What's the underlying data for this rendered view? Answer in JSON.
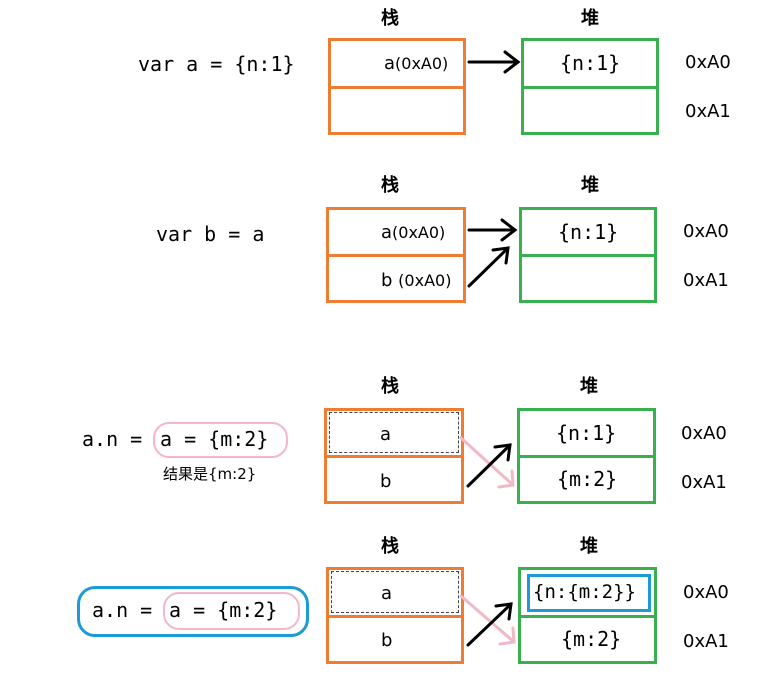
{
  "labels": {
    "stack": "栈",
    "heap": "堆"
  },
  "addresses": {
    "a0": "0xA0",
    "a1": "0xA1"
  },
  "row1": {
    "code": "var a = {n:1}",
    "stack_top": "a",
    "stack_top_addr": "(0xA0)",
    "heap_top": "{n:1}"
  },
  "row2": {
    "code": "var b = a",
    "stack_top": "a",
    "stack_top_addr": "(0xA0)",
    "stack_bottom": "b",
    "stack_bottom_addr": "(0xA0)",
    "heap_top": "{n:1}"
  },
  "row3": {
    "code_prefix": "a.n =",
    "code_assign": "a = {m:2}",
    "note": "结果是{m:2}",
    "stack_top": "a",
    "stack_bottom": "b",
    "heap_top": "{n:1}",
    "heap_bottom": "{m:2}"
  },
  "row4": {
    "code_prefix": "a.n =",
    "code_assign": "a = {m:2}",
    "stack_top": "a",
    "stack_bottom": "b",
    "heap_top": "{n:{m:2}}",
    "heap_bottom": "{m:2}"
  },
  "colors": {
    "stack": "#ed7d31",
    "heap": "#3aaf4f",
    "highlight_pink": "#f2b8c6",
    "highlight_blue": "#1c9bd7",
    "arrow": "#000000"
  }
}
